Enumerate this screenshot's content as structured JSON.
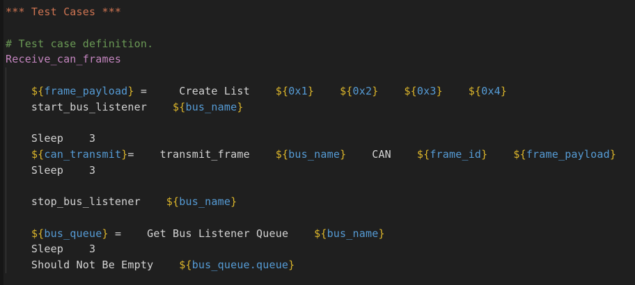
{
  "app": {
    "type": "code-editor",
    "language": "robotframework"
  },
  "editor": {
    "background": "#1f1f1f",
    "left_edge_color": "#161616",
    "indent_guide_color": "#3a3a3a",
    "syntax_colors": {
      "header": "#ce7452",
      "comment": "#6a9955",
      "test_name": "#c586c0",
      "braces": "#dcb62b",
      "variable": "#569cd6",
      "plain": "#d4d4d4"
    },
    "lines": [
      {
        "tokens": [
          {
            "text": "*** Test Cases ***",
            "style": "header"
          }
        ]
      },
      {
        "tokens": []
      },
      {
        "tokens": [
          {
            "text": "# Test case definition.",
            "style": "comment"
          }
        ]
      },
      {
        "tokens": [
          {
            "text": "Receive_can_frames",
            "style": "test_name"
          }
        ]
      },
      {
        "tokens": []
      },
      {
        "tokens": [
          {
            "text": "    ",
            "style": "plain"
          },
          {
            "text": "${",
            "style": "braces"
          },
          {
            "text": "frame_payload",
            "style": "variable"
          },
          {
            "text": "}",
            "style": "braces"
          },
          {
            "text": " =     Create List    ",
            "style": "plain"
          },
          {
            "text": "${",
            "style": "braces"
          },
          {
            "text": "0x1",
            "style": "variable"
          },
          {
            "text": "}",
            "style": "braces"
          },
          {
            "text": "    ",
            "style": "plain"
          },
          {
            "text": "${",
            "style": "braces"
          },
          {
            "text": "0x2",
            "style": "variable"
          },
          {
            "text": "}",
            "style": "braces"
          },
          {
            "text": "    ",
            "style": "plain"
          },
          {
            "text": "${",
            "style": "braces"
          },
          {
            "text": "0x3",
            "style": "variable"
          },
          {
            "text": "}",
            "style": "braces"
          },
          {
            "text": "    ",
            "style": "plain"
          },
          {
            "text": "${",
            "style": "braces"
          },
          {
            "text": "0x4",
            "style": "variable"
          },
          {
            "text": "}",
            "style": "braces"
          }
        ]
      },
      {
        "tokens": [
          {
            "text": "    start_bus_listener    ",
            "style": "plain"
          },
          {
            "text": "${",
            "style": "braces"
          },
          {
            "text": "bus_name",
            "style": "variable"
          },
          {
            "text": "}",
            "style": "braces"
          }
        ]
      },
      {
        "tokens": []
      },
      {
        "tokens": [
          {
            "text": "    Sleep    3",
            "style": "plain"
          }
        ]
      },
      {
        "tokens": [
          {
            "text": "    ",
            "style": "plain"
          },
          {
            "text": "${",
            "style": "braces"
          },
          {
            "text": "can_transmit",
            "style": "variable"
          },
          {
            "text": "}",
            "style": "braces"
          },
          {
            "text": "=    transmit_frame    ",
            "style": "plain"
          },
          {
            "text": "${",
            "style": "braces"
          },
          {
            "text": "bus_name",
            "style": "variable"
          },
          {
            "text": "}",
            "style": "braces"
          },
          {
            "text": "    CAN    ",
            "style": "plain"
          },
          {
            "text": "${",
            "style": "braces"
          },
          {
            "text": "frame_id",
            "style": "variable"
          },
          {
            "text": "}",
            "style": "braces"
          },
          {
            "text": "    ",
            "style": "plain"
          },
          {
            "text": "${",
            "style": "braces"
          },
          {
            "text": "frame_payload",
            "style": "variable"
          },
          {
            "text": "}",
            "style": "braces"
          }
        ]
      },
      {
        "tokens": [
          {
            "text": "    Sleep    3",
            "style": "plain"
          }
        ]
      },
      {
        "tokens": []
      },
      {
        "tokens": [
          {
            "text": "    stop_bus_listener    ",
            "style": "plain"
          },
          {
            "text": "${",
            "style": "braces"
          },
          {
            "text": "bus_name",
            "style": "variable"
          },
          {
            "text": "}",
            "style": "braces"
          }
        ]
      },
      {
        "tokens": []
      },
      {
        "tokens": [
          {
            "text": "    ",
            "style": "plain"
          },
          {
            "text": "${",
            "style": "braces"
          },
          {
            "text": "bus_queue",
            "style": "variable"
          },
          {
            "text": "}",
            "style": "braces"
          },
          {
            "text": " =    Get Bus Listener Queue    ",
            "style": "plain"
          },
          {
            "text": "${",
            "style": "braces"
          },
          {
            "text": "bus_name",
            "style": "variable"
          },
          {
            "text": "}",
            "style": "braces"
          }
        ]
      },
      {
        "tokens": [
          {
            "text": "    Sleep    3",
            "style": "plain"
          }
        ]
      },
      {
        "tokens": [
          {
            "text": "    Should Not Be Empty    ",
            "style": "plain"
          },
          {
            "text": "${",
            "style": "braces"
          },
          {
            "text": "bus_queue.queue",
            "style": "variable"
          },
          {
            "text": "}",
            "style": "braces"
          }
        ]
      }
    ]
  }
}
